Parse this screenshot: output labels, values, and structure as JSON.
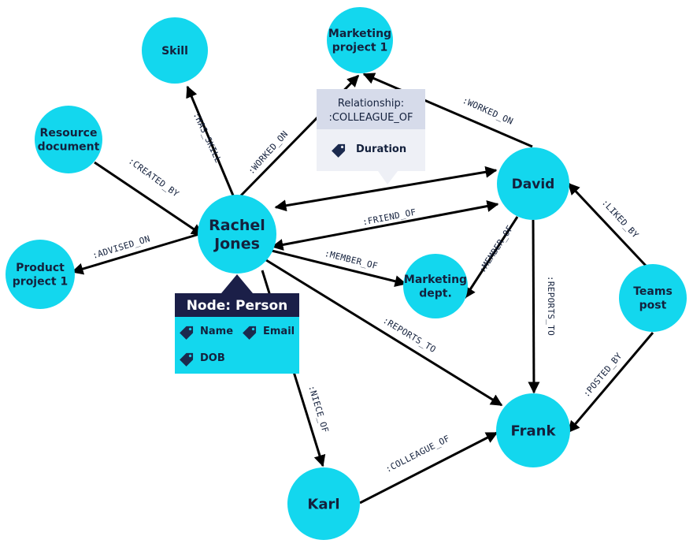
{
  "colors": {
    "node": "#13d7ee",
    "edge": "#000000",
    "text": "#14213d",
    "tooltip_header": "#d6dbea",
    "tooltip_body": "#eef0f6",
    "node_card_header": "#1b1f48"
  },
  "nodes": [
    {
      "id": "skill",
      "lines": [
        "Skill"
      ]
    },
    {
      "id": "marketing-project-1",
      "lines": [
        "Marketing",
        "project 1"
      ]
    },
    {
      "id": "resource-document",
      "lines": [
        "Resource",
        "document"
      ]
    },
    {
      "id": "david",
      "lines": [
        "David"
      ]
    },
    {
      "id": "rachel-jones",
      "lines": [
        "Rachel",
        "Jones"
      ]
    },
    {
      "id": "product-project-1",
      "lines": [
        "Product",
        "project 1"
      ]
    },
    {
      "id": "marketing-dept",
      "lines": [
        "Marketing",
        "dept."
      ]
    },
    {
      "id": "teams-post",
      "lines": [
        "Teams",
        "post"
      ]
    },
    {
      "id": "frank",
      "lines": [
        "Frank"
      ]
    },
    {
      "id": "karl",
      "lines": [
        "Karl"
      ]
    }
  ],
  "edges": [
    {
      "id": "has-skill",
      "label": ":HAS_SKILL"
    },
    {
      "id": "worked-on-rachel",
      "label": ":WORKED_ON"
    },
    {
      "id": "worked-on-david",
      "label": ":WORKED_ON"
    },
    {
      "id": "created-by",
      "label": ":CREATED_BY"
    },
    {
      "id": "advised-on",
      "label": ":ADVISED_ON"
    },
    {
      "id": "colleague-of-rachel-david",
      "label": ""
    },
    {
      "id": "friend-of",
      "label": ":FRIEND_OF"
    },
    {
      "id": "member-of-rachel",
      "label": ":MEMBER_OF"
    },
    {
      "id": "member-of-david",
      "label": ":MEMBER_OF"
    },
    {
      "id": "reports-to-david",
      "label": ":REPORTS_TO"
    },
    {
      "id": "liked-by",
      "label": ":LIKED_BY"
    },
    {
      "id": "posted-by",
      "label": ":POSTED_BY"
    },
    {
      "id": "reports-to-rachel",
      "label": ":REPORTS_TO"
    },
    {
      "id": "niece-of",
      "label": ":NIECE_OF"
    },
    {
      "id": "colleague-of-karl",
      "label": ":COLLEAGUE_OF"
    }
  ],
  "relationship_tooltip": {
    "title_line1": "Relationship:",
    "title_line2": ":COLLEAGUE_OF",
    "properties": [
      "Duration"
    ],
    "tag_icon": "tag-icon"
  },
  "node_card": {
    "title": "Node: Person",
    "properties": [
      "Name",
      "Email",
      "DOB"
    ],
    "tag_icon": "tag-icon"
  }
}
